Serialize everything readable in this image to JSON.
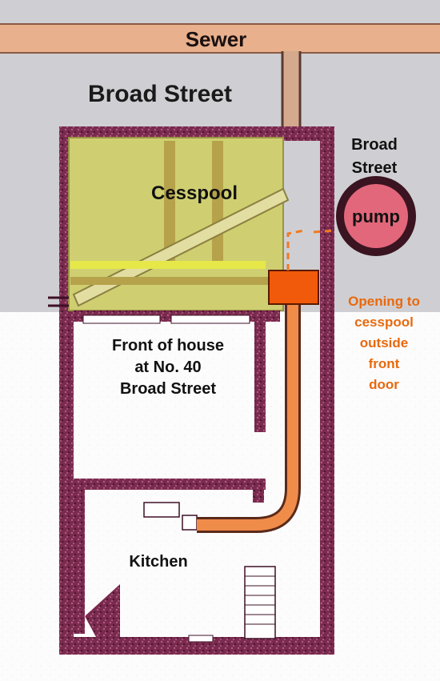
{
  "labels": {
    "sewer": "Sewer",
    "broad_street_main": "Broad Street",
    "broad_street_side_1": "Broad",
    "broad_street_side_2": "Street",
    "cesspool": "Cesspool",
    "pump": "pump",
    "opening_1": "Opening to",
    "opening_2": "cesspool",
    "opening_3": "outside",
    "opening_4": "front",
    "opening_5": "door",
    "house_1": "Front of house",
    "house_2": "at No. 40",
    "house_3": "Broad Street",
    "kitchen": "Kitchen"
  },
  "colors": {
    "street": "#cfcfd3",
    "sewer": "#e8b08c",
    "cesspool": "#cfcf72",
    "cesspool_beam": "#b5a24a",
    "wall": "#7a2a4e",
    "wall_dark": "#3d1026",
    "pump_fill": "#e2677a",
    "pump_ring": "#3a1420",
    "opening": "#f05a0a",
    "drain_pipe": "#f08c4a",
    "annotation": "#e8690e",
    "text": "#111111"
  }
}
